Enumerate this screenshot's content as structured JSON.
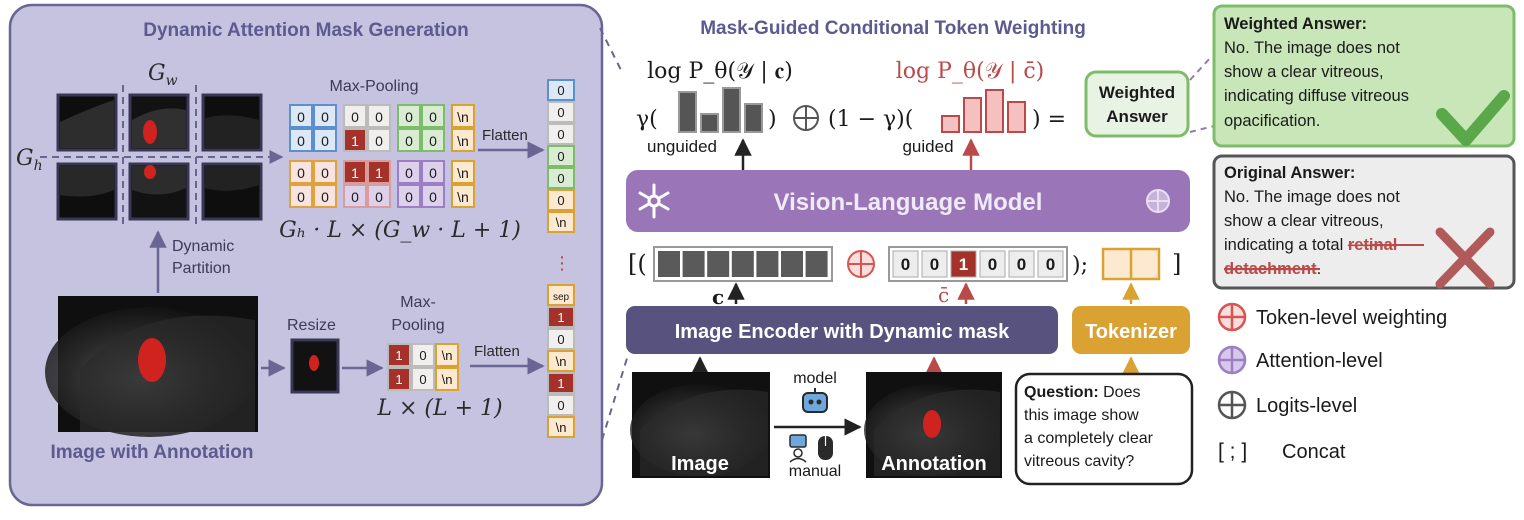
{
  "left_panel": {
    "title": "Dynamic Attention Mask Generation",
    "gw_label": "G",
    "gw_sub": "w",
    "gh_label": "G",
    "gh_sub": "h",
    "max_pooling_top": "Max-Pooling",
    "flatten_top": "Flatten",
    "formula_top": "Gₕ · L × (G_w · L + 1)",
    "dynamic_partition_1": "Dynamic",
    "dynamic_partition_2": "Partition",
    "resize": "Resize",
    "max_pooling_bottom_1": "Max-",
    "max_pooling_bottom_2": "Pooling",
    "flatten_bottom": "Flatten",
    "formula_bottom": "L × (L + 1)",
    "image_caption": "Image with Annotation",
    "grid_rows": [
      [
        "0",
        "0",
        "0",
        "0",
        "0",
        "0",
        "\\n"
      ],
      [
        "0",
        "0",
        "1",
        "0",
        "0",
        "0",
        "\\n"
      ],
      [
        "0",
        "0",
        "1",
        "1",
        "0",
        "0",
        "\\n"
      ],
      [
        "0",
        "0",
        "0",
        "0",
        "0",
        "0",
        "\\n"
      ]
    ],
    "flat_top": [
      "0",
      "0",
      "0",
      "0",
      "0",
      "0",
      "\\n"
    ],
    "small_grid_rows": [
      [
        "1",
        "0",
        "\\n"
      ],
      [
        "1",
        "0",
        "\\n"
      ]
    ],
    "flat_bottom": [
      "sep",
      "1",
      "0",
      "\\n",
      "1",
      "0",
      "\\n"
    ],
    "dots": "⋮"
  },
  "middle_panel": {
    "title": "Mask-Guided Conditional Token Weighting",
    "log_unguided": "log P_θ(𝒴 | 𝐜)",
    "log_guided": "log P_θ(𝒴 | c̄)",
    "gamma_open": "γ(",
    "close_paren": ")",
    "one_minus_gamma": "(1 − γ)(",
    "close_paren_equals": ") =",
    "unguided_label": "unguided",
    "guided_label": "guided",
    "vlm_label": "Vision-Language Model",
    "bracket_open": "[(",
    "mask_tokens": [
      "0",
      "0",
      "1",
      "0",
      "0",
      "0"
    ],
    "close_semicolon": ");",
    "bracket_close": "]",
    "c_label": "c",
    "cbar_label": "c̄",
    "encoder_label": "Image Encoder with Dynamic mask",
    "tokenizer_label": "Tokenizer",
    "image_label": "Image",
    "annotation_label": "Annotation",
    "model_label": "model",
    "manual_label": "manual",
    "question_bold": "Question:",
    "question_lines": [
      " Does",
      "this image  show",
      "a completely clear",
      "vitreous cavity?"
    ]
  },
  "right_panel": {
    "weighted_box_1": "Weighted",
    "weighted_box_2": "Answer",
    "weighted_title": "Weighted Answer:",
    "weighted_lines": [
      "No. The image does not",
      "show a clear vitreous,",
      "indicating diffuse vitreous",
      "opacification."
    ],
    "original_title": "Original Answer:",
    "original_lines": [
      "No. The image does not",
      "show a clear vitreous,",
      "indicating a total "
    ],
    "original_struck_1": "retinal",
    "original_struck_2": "detachment",
    "original_end": ".",
    "legend": [
      {
        "label": "Token-level weighting",
        "color": "#d9534f"
      },
      {
        "label": "Attention-level",
        "color": "#9b7fc4"
      },
      {
        "label": "Logits-level",
        "color": "#555555"
      }
    ],
    "concat_symbol": "[ ; ]",
    "concat_label": "Concat"
  },
  "colors": {
    "panel_bg": "#c5c3df",
    "panel_border": "#6a6694",
    "title_purple": "#5c5a8e",
    "vlm_purple": "#9a76b8",
    "encoder_navy": "#57527e",
    "tokenizer_gold": "#d9a233",
    "guided_red": "#b94a4a",
    "green": "#7dbd6a"
  }
}
